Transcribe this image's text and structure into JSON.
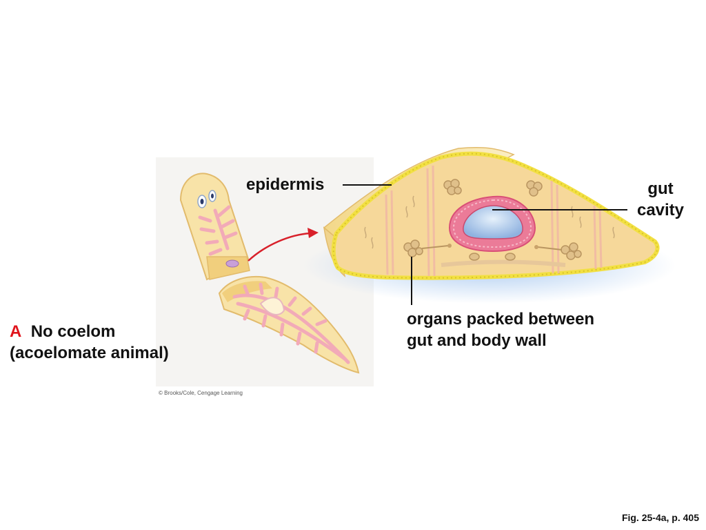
{
  "labels": {
    "epidermis": "epidermis",
    "gut_cavity_line1": "gut",
    "gut_cavity_line2": "cavity",
    "organs_line1": "organs packed between",
    "organs_line2": "gut and body wall"
  },
  "panel": {
    "letter": "A",
    "title": "No coelom",
    "subtitle": "(acoelomate animal)"
  },
  "credit": "© Brooks/Cole, Cengage Learning",
  "figure_ref": "Fig. 25-4a, p. 405",
  "colors": {
    "body": "#f7dfa0",
    "body_outline": "#e8b864",
    "epidermis_yellow": "#f3e23a",
    "gut_pink": "#e8698e",
    "gut_lumen": "#aac6ea",
    "arrow_red": "#d8202a",
    "panel_letter": "#e0141c"
  }
}
